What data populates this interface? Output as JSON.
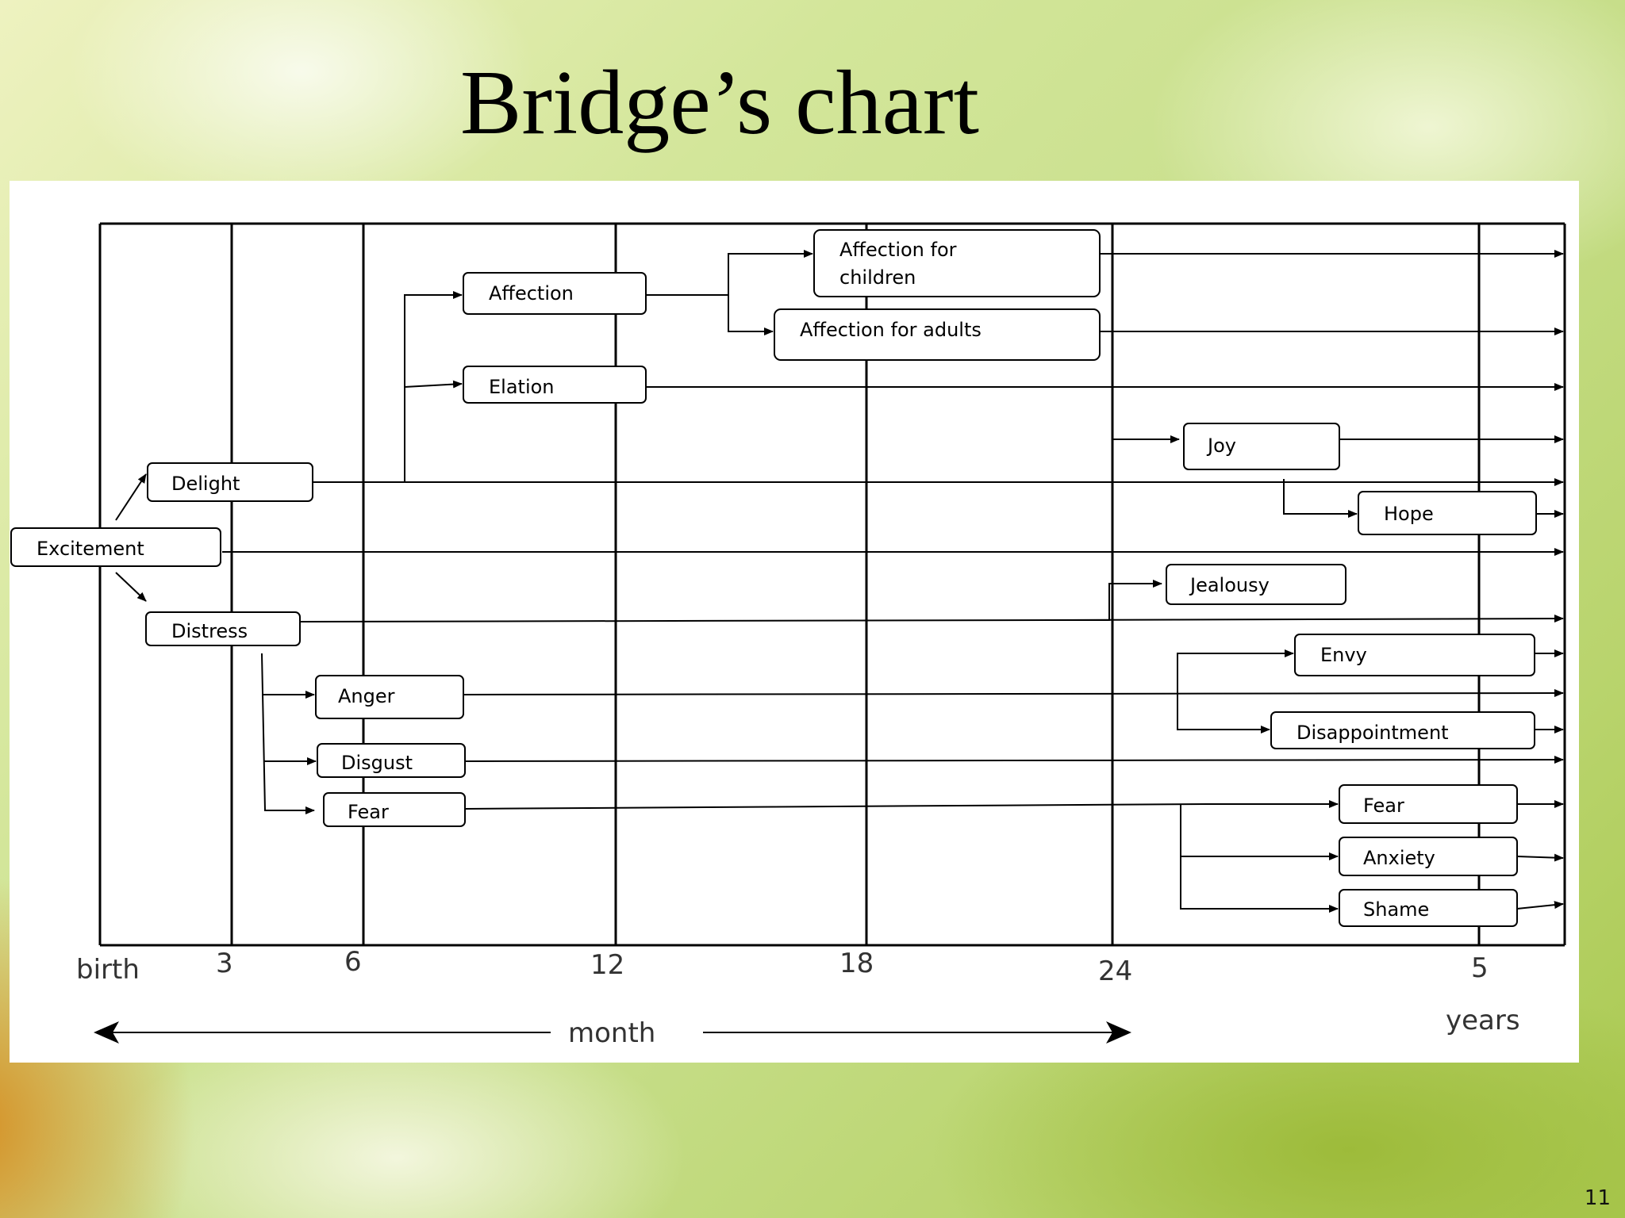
{
  "title": "Bridge’s chart",
  "page_number": "11",
  "axis": {
    "ticks": [
      "birth",
      "3",
      "6",
      "12",
      "18",
      "24",
      "5"
    ],
    "unit_month": "month",
    "unit_years": "years"
  },
  "emotions": {
    "excitement": "Excitement",
    "delight": "Delight",
    "distress": "Distress",
    "affection": "Affection",
    "elation": "Elation",
    "affection_children": [
      "Affection for",
      "children"
    ],
    "affection_adults": "Affection for adults",
    "joy": "Joy",
    "hope": "Hope",
    "jealousy": "Jealousy",
    "envy": "Envy",
    "disappointment": "Disappointment",
    "anger": "Anger",
    "disgust": "Disgust",
    "fear_early": "Fear",
    "fear_late": "Fear",
    "anxiety": "Anxiety",
    "shame": "Shame"
  }
}
